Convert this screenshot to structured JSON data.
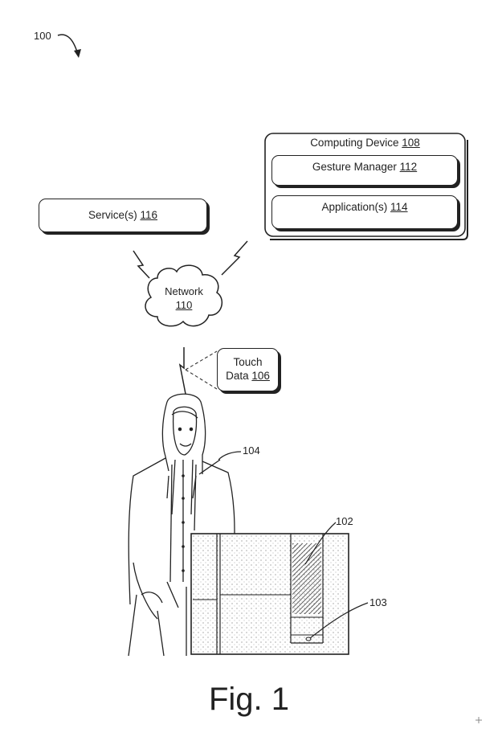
{
  "figure": {
    "ref_main": "100",
    "caption": "Fig. 1",
    "computing_device": {
      "label": "Computing Device",
      "ref": "108"
    },
    "gesture_manager": {
      "label": "Gesture Manager",
      "ref": "112"
    },
    "applications": {
      "label": "Application(s)",
      "ref": "114"
    },
    "services": {
      "label": "Service(s)",
      "ref": "116"
    },
    "network": {
      "label": "Network",
      "ref": "110"
    },
    "touch_data": {
      "line1": "Touch",
      "line2": "Data",
      "ref": "106"
    },
    "person_ref": "104",
    "sensor_ref": "102",
    "connector_ref": "103"
  }
}
